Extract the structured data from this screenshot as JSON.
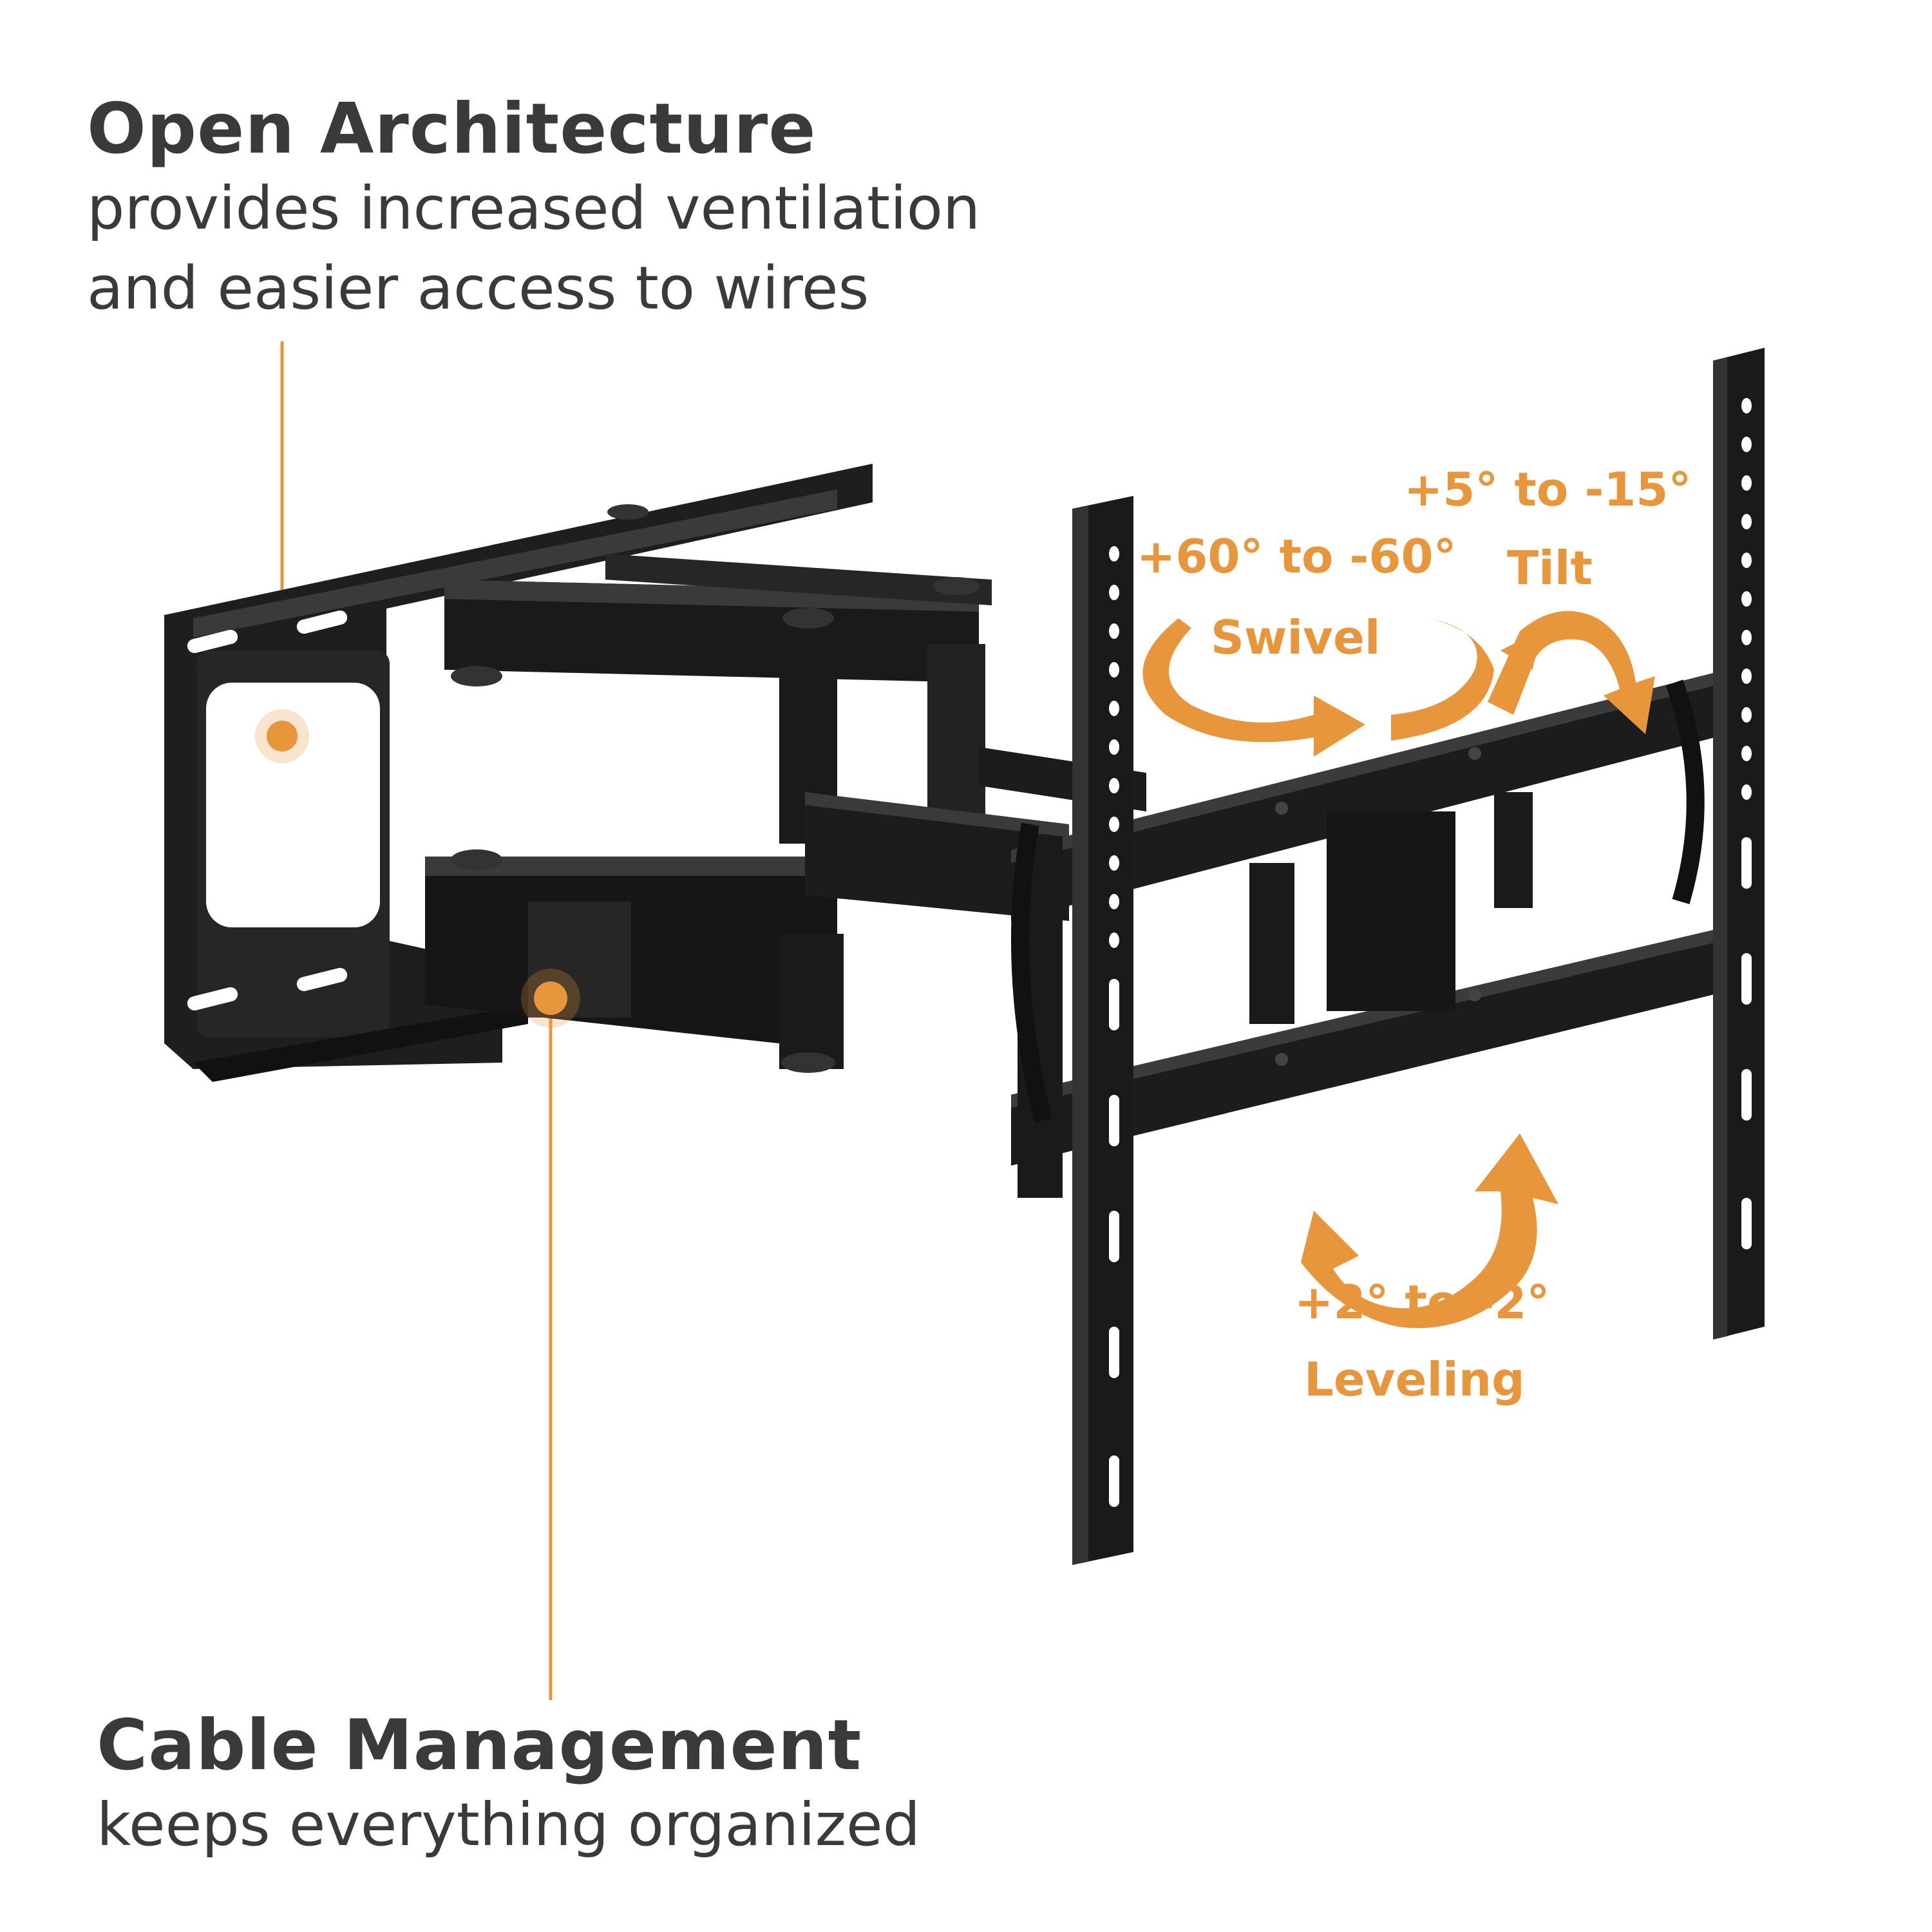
{
  "colors": {
    "accent": "#E8963C",
    "text": "#3A3A3A",
    "metal": "#1E1E1E",
    "metal_light": "#3A3A3A"
  },
  "open_architecture": {
    "title": "Open Architecture",
    "line1": "provides increased ventilation",
    "line2": "and easier access to wires"
  },
  "cable_management": {
    "title": "Cable Management",
    "line1": "keeps everything organized"
  },
  "swivel": {
    "range": "+60° to -60°",
    "label": "Swivel"
  },
  "tilt": {
    "range": "+5° to -15°",
    "label": "Tilt"
  },
  "leveling": {
    "range": "+2° to -2°",
    "label": "Leveling"
  }
}
